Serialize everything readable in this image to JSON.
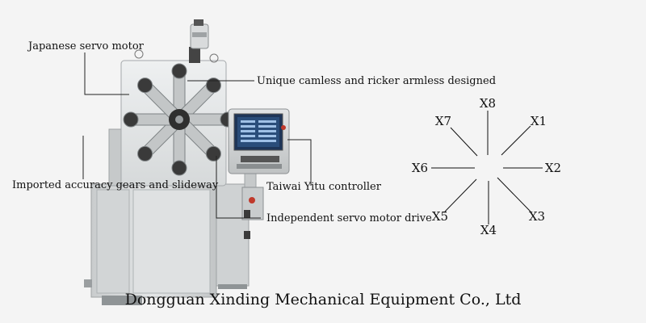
{
  "callouts": {
    "servo_motor": "Japanese servo motor",
    "camless": "Unique camless and ricker armless designed",
    "gears": "Imported accuracy gears and slideway",
    "controller": "Taiwai Yitu controller",
    "drive": "Independent servo motor drive"
  },
  "axes": {
    "x1": "X1",
    "x2": "X2",
    "x3": "X3",
    "x4": "X4",
    "x5": "X5",
    "x6": "X6",
    "x7": "X7",
    "x8": "X8"
  },
  "company": "Dongguan Xinding Mechanical Equipment Co., Ltd",
  "colors": {
    "background": "#f4f4f4",
    "machine_body": "#d7d9da",
    "machine_panel": "#e6e8e9",
    "screen": "#2a4d7a",
    "leader_line": "#222222"
  }
}
